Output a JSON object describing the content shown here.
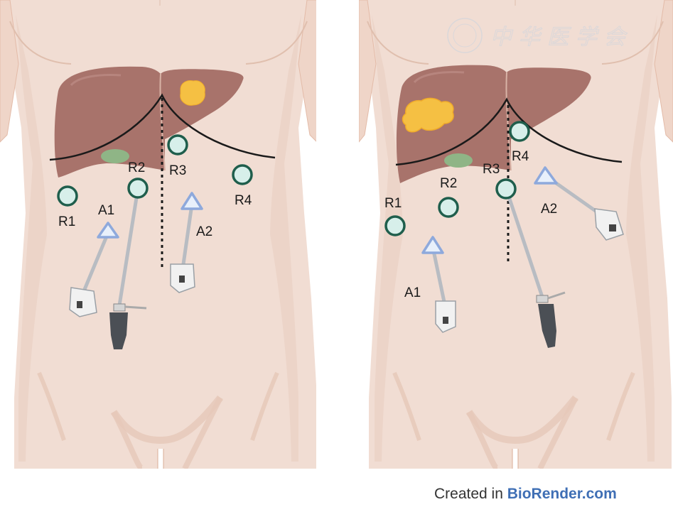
{
  "figure": {
    "description": "Laparoscopic trocar port placement for liver resection, two configurations",
    "colors": {
      "skin": "#f1ddd3",
      "skin_shadow": "#e8c9bb",
      "liver": "#a8736b",
      "tumor": "#f5c043",
      "gallbladder": "#8fb586",
      "robotic_port_fill": "#d7efea",
      "robotic_port_stroke": "#1f5e4c",
      "assistant_port_fill": "#e8f0fb",
      "assistant_port_stroke": "#8ea9dc",
      "costal_line": "#1a1a1a"
    }
  },
  "panels": [
    {
      "id": "left",
      "tumor_location": "left lateral lobe",
      "robotic_ports": [
        {
          "label": "R1"
        },
        {
          "label": "R2"
        },
        {
          "label": "R3"
        },
        {
          "label": "R4"
        }
      ],
      "assistant_ports": [
        {
          "label": "A1"
        },
        {
          "label": "A2"
        }
      ]
    },
    {
      "id": "right",
      "tumor_location": "right lobe",
      "robotic_ports": [
        {
          "label": "R1"
        },
        {
          "label": "R2"
        },
        {
          "label": "R3"
        },
        {
          "label": "R4"
        }
      ],
      "assistant_ports": [
        {
          "label": "A1"
        },
        {
          "label": "A2"
        }
      ]
    }
  ],
  "watermark": {
    "text": "中华医学会"
  },
  "credit": {
    "prefix": "Created in ",
    "brand": "BioRender.com"
  }
}
